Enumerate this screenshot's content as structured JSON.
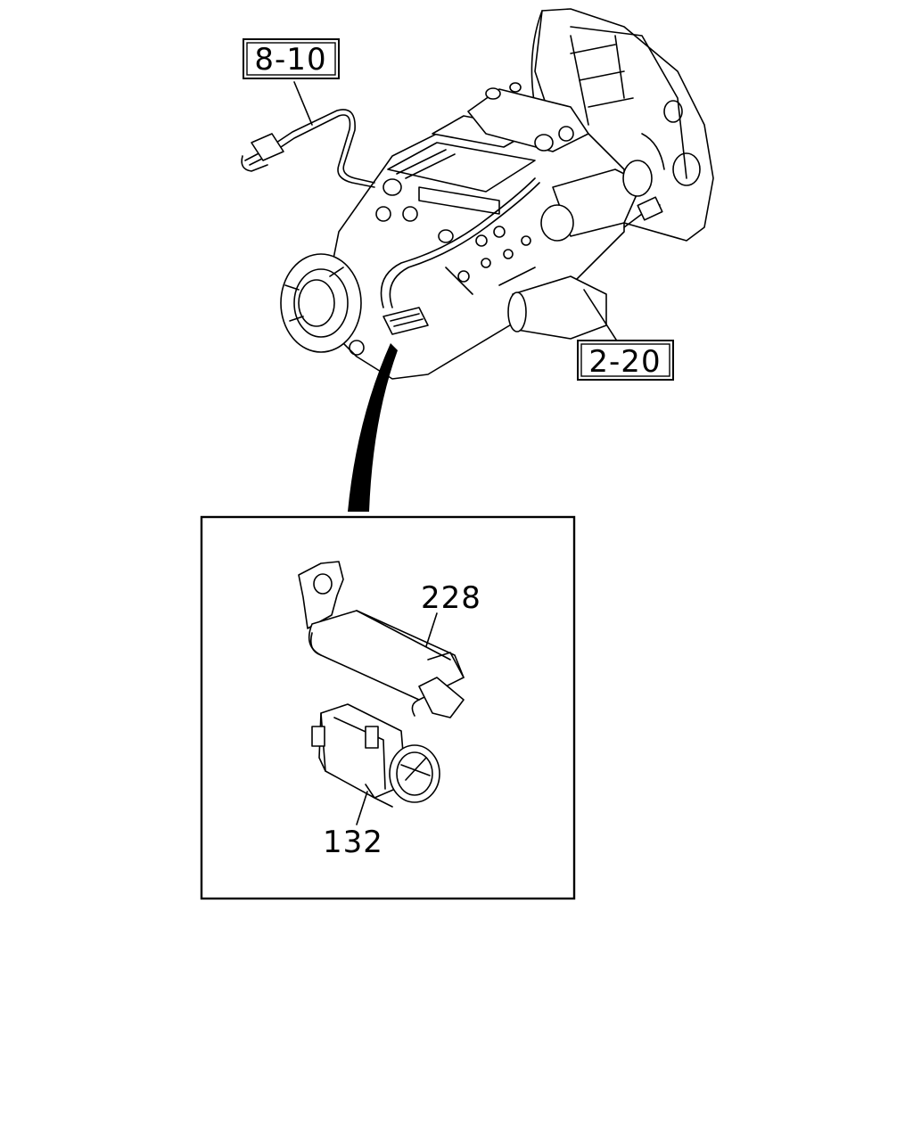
{
  "callouts": {
    "ref_wiring": "8-10",
    "ref_transmission": "2-20",
    "part_bracket": "228",
    "part_connector": "132"
  }
}
